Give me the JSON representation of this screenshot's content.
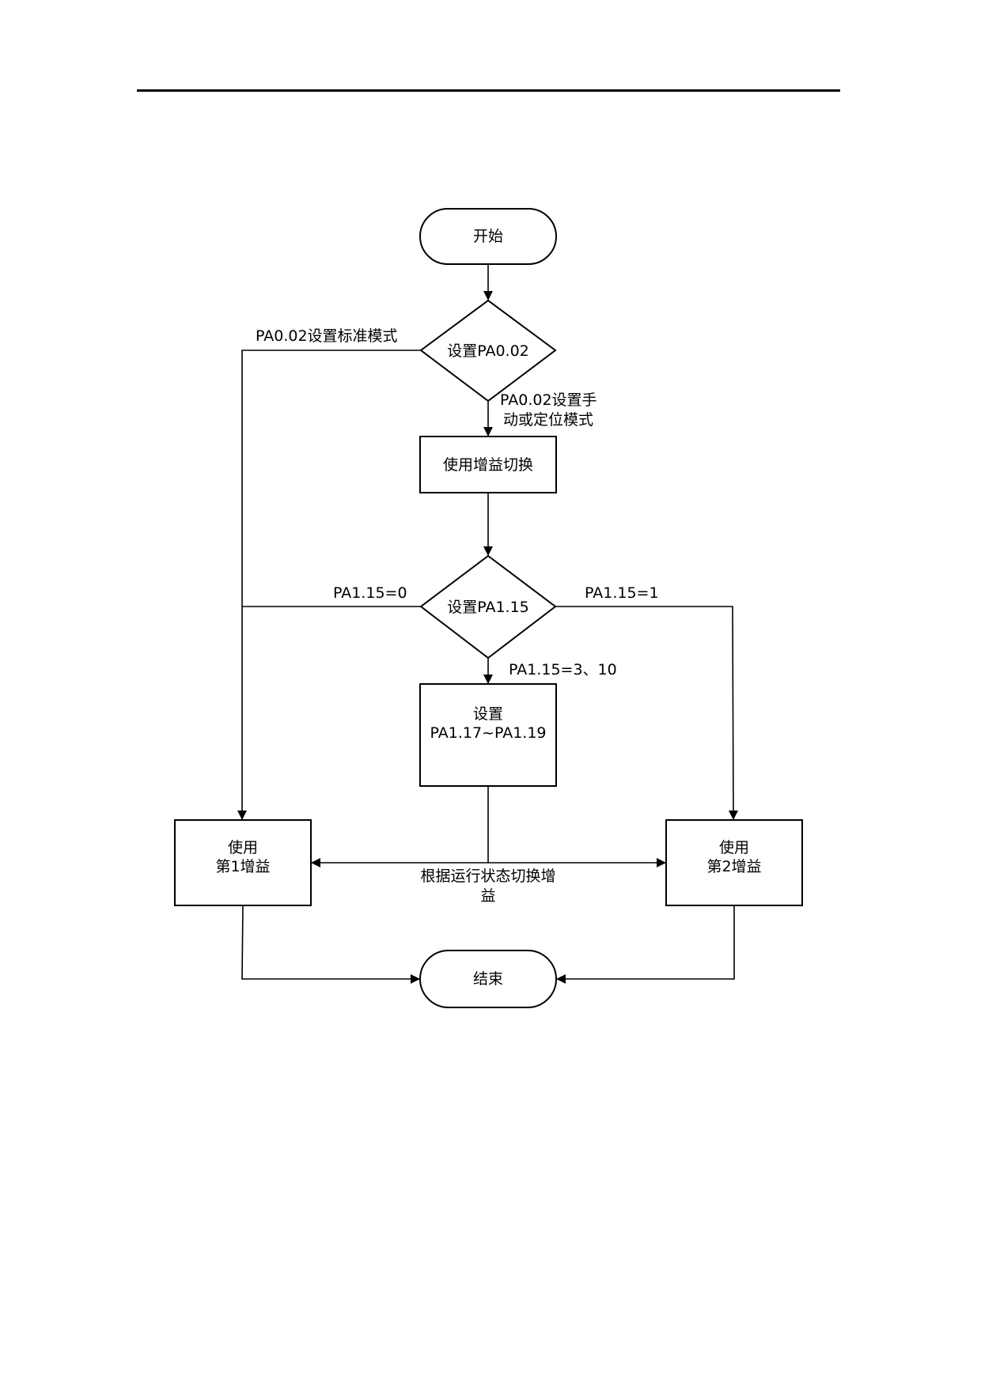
{
  "colors": {
    "stroke": "#000000",
    "background": "#ffffff",
    "text": "#000000"
  },
  "nodes": {
    "start": {
      "type": "terminator",
      "label": "开始"
    },
    "decision_pa002": {
      "type": "decision",
      "label": "设置PA0.02"
    },
    "use_gain_switch": {
      "type": "process",
      "label": "使用增益切换"
    },
    "decision_pa115": {
      "type": "decision",
      "label": "设置PA1.15"
    },
    "set_pa117_119": {
      "type": "process",
      "line1": "设置",
      "line2": "PA1.17~PA1.19"
    },
    "use_gain1": {
      "type": "process",
      "line1": "使用",
      "line2": "第1增益"
    },
    "use_gain2": {
      "type": "process",
      "line1": "使用",
      "line2": "第2增益"
    },
    "end": {
      "type": "terminator",
      "label": "结束"
    }
  },
  "edge_labels": {
    "pa002_standard": "PA0.02设置标准模式",
    "pa002_manual_line1": "PA0.02设置手",
    "pa002_manual_line2": "动或定位模式",
    "pa115_eq0": "PA1.15=0",
    "pa115_eq1": "PA1.15=1",
    "pa115_eq3_10": "PA1.15=3、10",
    "switch_by_state_line1": "根据运行状态切换增",
    "switch_by_state_line2": "益"
  },
  "edges": [
    {
      "from": "start",
      "to": "decision_pa002"
    },
    {
      "from": "decision_pa002",
      "to": "use_gain1",
      "label": "pa002_standard"
    },
    {
      "from": "decision_pa002",
      "to": "use_gain_switch",
      "label": "pa002_manual"
    },
    {
      "from": "use_gain_switch",
      "to": "decision_pa115"
    },
    {
      "from": "decision_pa115",
      "to": "use_gain1",
      "label": "pa115_eq0"
    },
    {
      "from": "decision_pa115",
      "to": "use_gain2",
      "label": "pa115_eq1"
    },
    {
      "from": "decision_pa115",
      "to": "set_pa117_119",
      "label": "pa115_eq3_10"
    },
    {
      "from": "set_pa117_119",
      "to": "use_gain1",
      "label": "switch_by_state"
    },
    {
      "from": "set_pa117_119",
      "to": "use_gain2",
      "label": "switch_by_state"
    },
    {
      "from": "use_gain1",
      "to": "end"
    },
    {
      "from": "use_gain2",
      "to": "end"
    }
  ]
}
